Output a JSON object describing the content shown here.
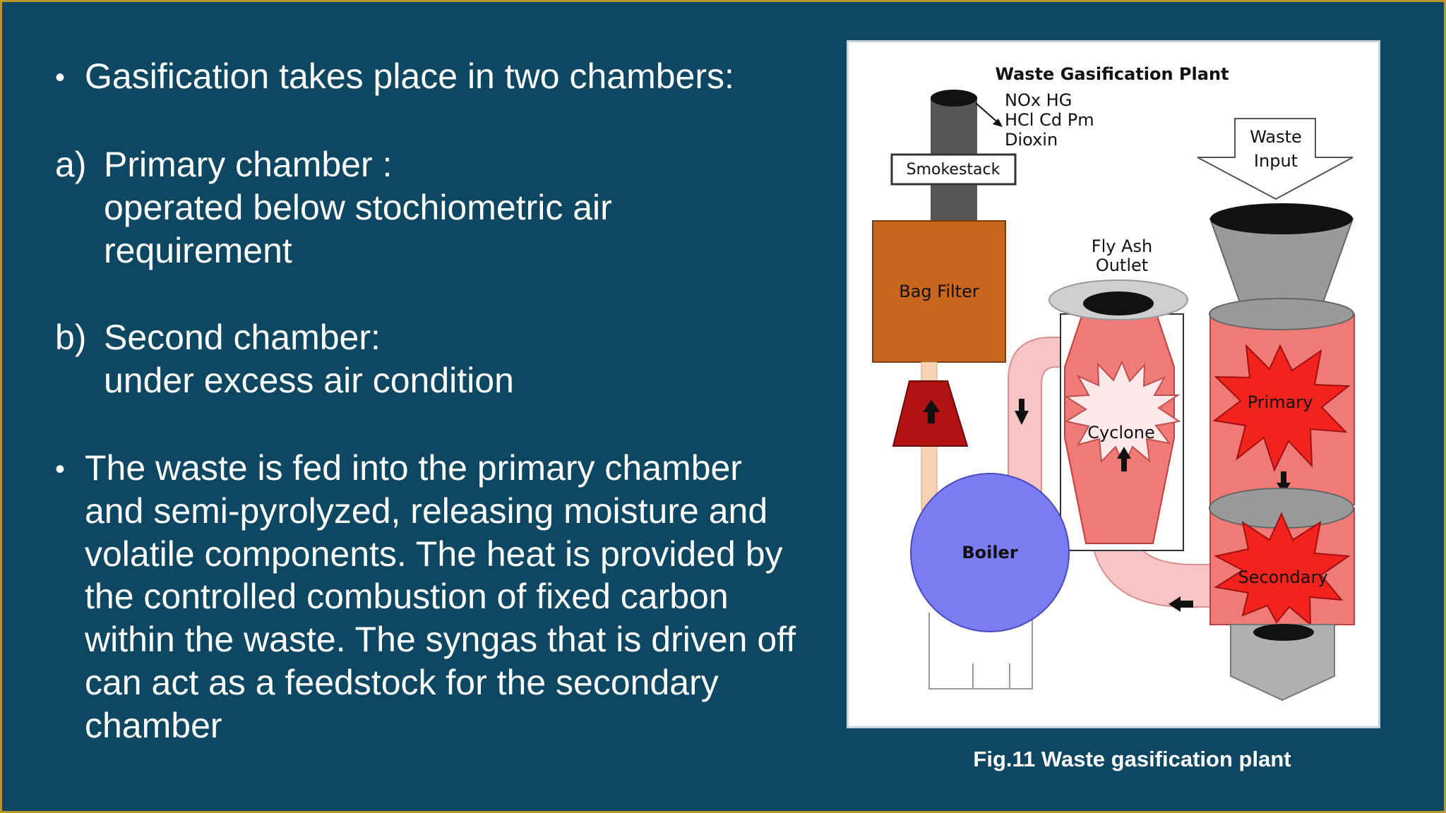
{
  "left_text": {
    "bullet1": "Gasification takes place in two chambers:",
    "a_marker": "a)",
    "a_title": "Primary chamber :",
    "a_line1": "operated below stochiometric air",
    "a_line2": "requirement",
    "b_marker": "b)",
    "b_title": "Second chamber:",
    "b_line1": "under excess air condition",
    "bullet2_lines": [
      "The waste is fed into the primary chamber",
      "and semi-pyrolyzed, releasing moisture and",
      "volatile components. The heat is provided by",
      "the controlled combustion of fixed carbon",
      "within the waste. The syngas that is driven off",
      "can act as a feedstock for the secondary",
      "chamber"
    ]
  },
  "diagram": {
    "title": "Waste Gasification Plant",
    "emissions": [
      "NOx HG",
      "HCl Cd Pm",
      "Dioxin"
    ],
    "smokestack": "Smokestack",
    "waste_input": [
      "Waste",
      "Input"
    ],
    "fly_ash": [
      "Fly Ash",
      "Outlet"
    ],
    "bag_filter": "Bag Filter",
    "primary": "Primary",
    "cyclone": "Cyclone",
    "boiler": "Boiler",
    "secondary": "Secondary"
  },
  "caption": "Fig.11 Waste gasification plant",
  "colors": {
    "background": "#0e4761",
    "border": "#b8982a",
    "bag_filter": "#c8661e",
    "boiler": "#7b7cf2",
    "chamber": "#f07a76",
    "burst": "#f2221c",
    "duct": "#f8c5c6"
  }
}
